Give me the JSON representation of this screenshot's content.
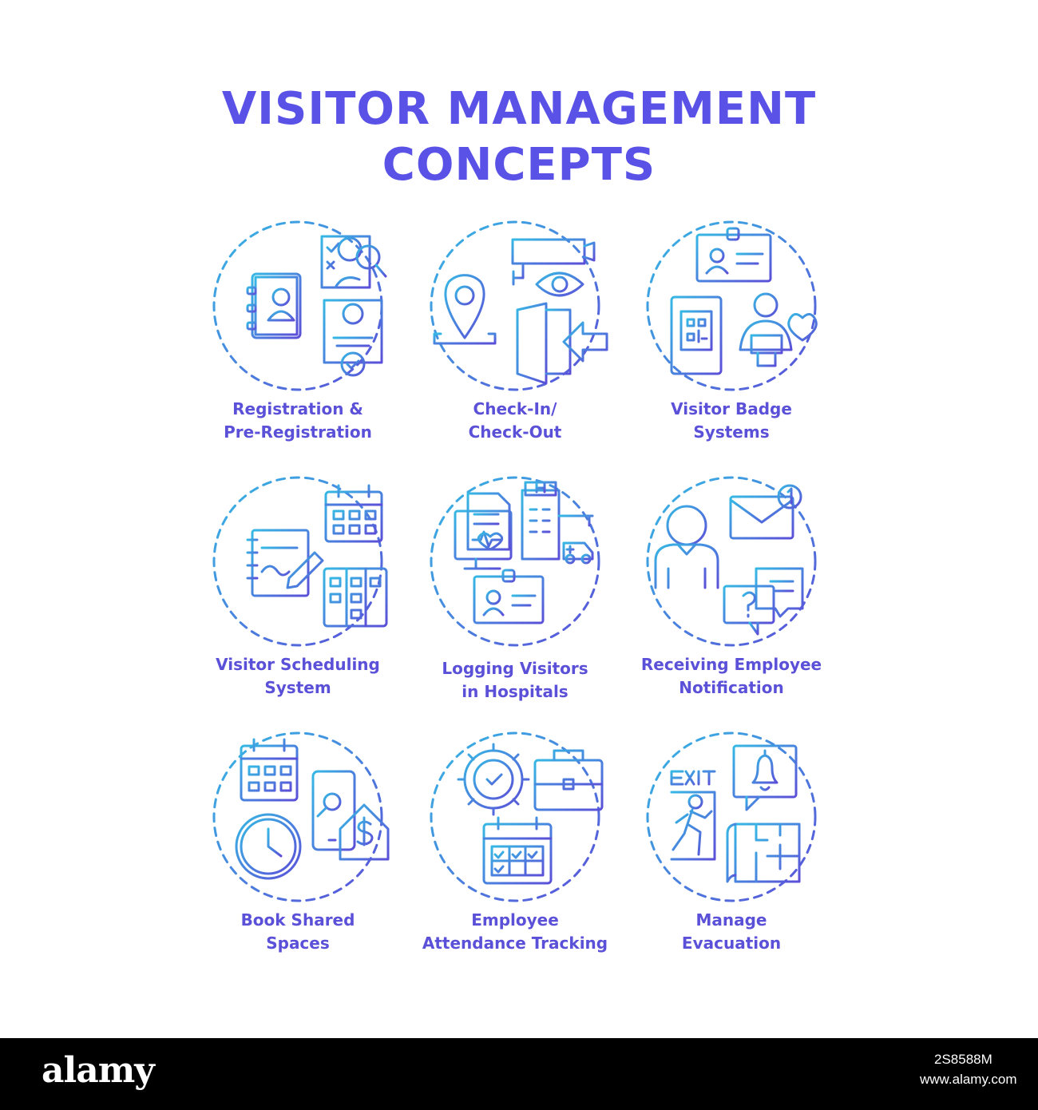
{
  "title": {
    "line1": "VISITOR MANAGEMENT",
    "line2": "CONCEPTS"
  },
  "colors": {
    "gradient_start": "#36b8e4",
    "gradient_end": "#5b4fd8",
    "title": "#5a52e6"
  },
  "concepts": [
    {
      "line1": "Registration &",
      "line2": "Pre-Registration",
      "icons": [
        "contact-book-icon",
        "checklist-magnifier-icon",
        "verified-id-card-icon"
      ]
    },
    {
      "line1": "Check-In/",
      "line2": "Check-Out",
      "icons": [
        "location-pin-icon",
        "security-camera-icon",
        "eye-icon",
        "door-enter-icon"
      ]
    },
    {
      "line1": "Visitor Badge",
      "line2": "Systems",
      "icons": [
        "id-badge-icon",
        "qr-code-phone-icon",
        "person-heart-icon"
      ]
    },
    {
      "line1": "Visitor Scheduling",
      "line2": "System",
      "icons": [
        "calendar-icon",
        "notepad-pencil-icon",
        "schedule-board-icon"
      ]
    },
    {
      "line1": "Logging Visitors",
      "line2": "in Hospitals",
      "icons": [
        "medical-records-icon",
        "hospital-building-icon",
        "ambulance-icon",
        "id-badge-icon"
      ]
    },
    {
      "line1": "Receiving Employee",
      "line2": "Notification",
      "icons": [
        "person-icon",
        "envelope-notification-icon",
        "chat-bubbles-icon"
      ]
    },
    {
      "line1": "Book Shared",
      "line2": "Spaces",
      "icons": [
        "calendar-icon",
        "wall-clock-icon",
        "phone-search-icon",
        "house-dollar-icon"
      ]
    },
    {
      "line1": "Employee",
      "line2": "Attendance Tracking",
      "icons": [
        "gear-clock-icon",
        "briefcase-icon",
        "calendar-check-icon"
      ]
    },
    {
      "line1": "Manage",
      "line2": "Evacuation",
      "icons": [
        "exit-running-person-icon",
        "alarm-bell-icon",
        "floor-plan-icon"
      ]
    }
  ],
  "footer": {
    "brand": "alamy",
    "image_code": "2S8588M",
    "url": "www.alamy.com"
  }
}
